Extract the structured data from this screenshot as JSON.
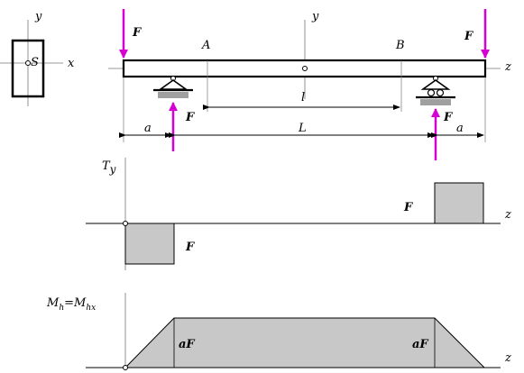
{
  "cross_section": {
    "axis_y": "y",
    "axis_x": "x",
    "center": "S"
  },
  "beam": {
    "axis_y": "y",
    "axis_z": "z",
    "point_a": "A",
    "point_b": "B",
    "load_left": "F",
    "load_right": "F",
    "reaction_left": "F",
    "reaction_right": "F",
    "dim_inner": "l",
    "dim_span": "L",
    "dim_overhang_left": "a",
    "dim_overhang_right": "a"
  },
  "shear_diagram": {
    "ylabel": "T",
    "ylabel_sub": "y",
    "zlabel": "z",
    "value_pos": "F",
    "value_neg": "F"
  },
  "moment_diagram": {
    "ylabel_main": "M",
    "ylabel_main_sub": "h",
    "ylabel_eq": "=",
    "ylabel_second": "M",
    "ylabel_second_sub": "hx",
    "zlabel": "z",
    "value_left": "aF",
    "value_right": "aF"
  },
  "colors": {
    "force_arrow": "#d400d4",
    "fill_gray": "#c8c8c8",
    "support_gray": "#a0a0a0",
    "line": "#000000"
  }
}
